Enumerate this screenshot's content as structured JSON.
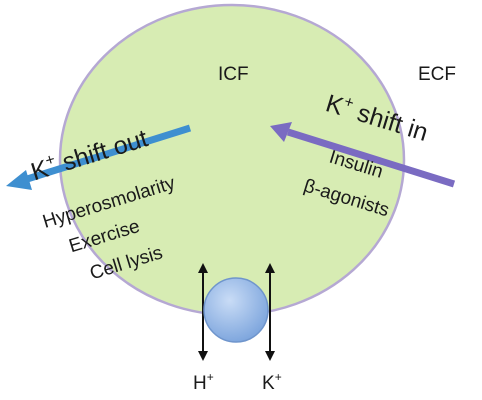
{
  "regions": {
    "icf": "ICF",
    "ecf": "ECF"
  },
  "shift_out": {
    "title_main": "K",
    "title_sup": "+",
    "title_rest": " shift out",
    "causes": [
      "Hyperosmolarity",
      "Exercise",
      "Cell lysis"
    ]
  },
  "shift_in": {
    "title_main": "K",
    "title_sup": "+",
    "title_rest": " shift in",
    "causes": [
      "Insulin",
      "β-agonists"
    ]
  },
  "exchanger": {
    "left_ion": "H",
    "left_sup": "+",
    "right_ion": "K",
    "right_sup": "+"
  },
  "colors": {
    "cell_fill": "#d7ecb3",
    "cell_border": "#b5a8d3",
    "shift_out_arrow": "#3e8fd0",
    "shift_in_arrow": "#7a6bc2",
    "pump": "#8eb4e6"
  }
}
